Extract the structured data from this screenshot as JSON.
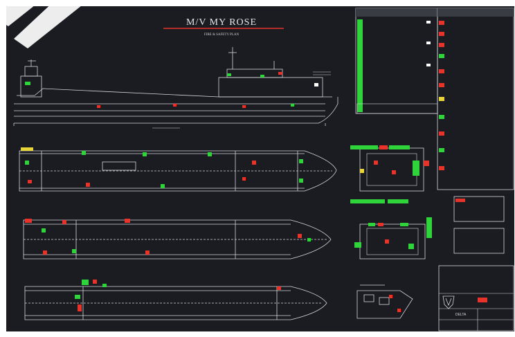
{
  "header": {
    "title": "M/V MY ROSE",
    "subtitle": "FIRE & SAFETY PLAN"
  },
  "colors": {
    "background": "#1b1c22",
    "frame_white": "#ffffff",
    "line": "#d6d8de",
    "fire_red": "#e8332a",
    "safety_green": "#2fd33a",
    "accent_yellow": "#e9d43a"
  },
  "title_block": {
    "company": "DELTA"
  },
  "icons": {
    "watermark": "diagonal-watermark-stripe",
    "company_logo": "shield-v-logo-icon"
  }
}
